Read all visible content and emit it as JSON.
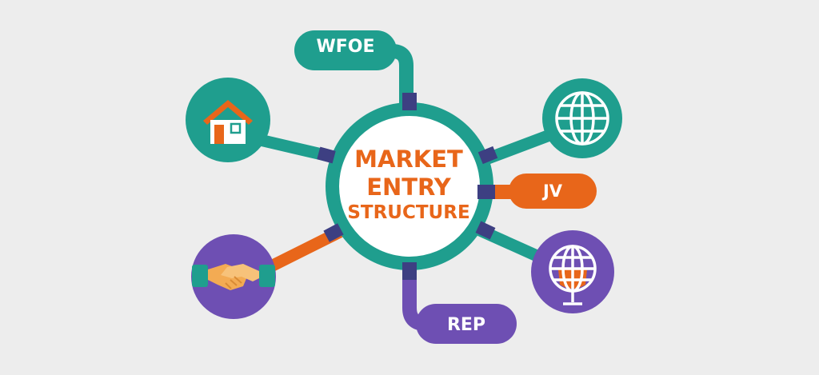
{
  "hub": {
    "line1": "MARKET",
    "line2": "ENTRY",
    "line3": "STRUCTURE"
  },
  "labels": {
    "wfoe": "WFOE",
    "jv": "JV",
    "rep": "REP"
  },
  "icons": {
    "top_left": "house-icon",
    "top_right": "globe-icon",
    "bottom_left": "handshake-icon",
    "bottom_right": "globe-network-icon"
  },
  "colors": {
    "teal": "#1f9e8e",
    "orange": "#e8661a",
    "purple": "#6e4fb3",
    "navy": "#3d3f82",
    "background": "#ededed"
  }
}
